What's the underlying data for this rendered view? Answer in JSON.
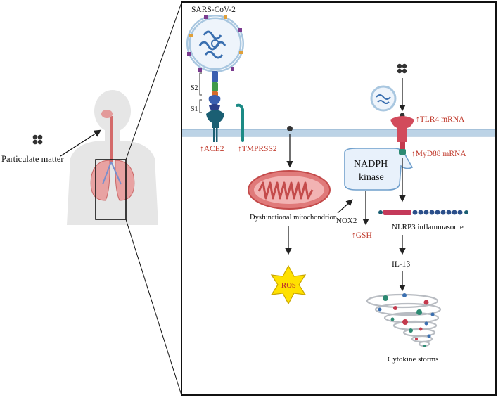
{
  "labels": {
    "virus": "SARS-CoV-2",
    "s2": "S2",
    "s1": "S1",
    "ace2": "↑ACE2",
    "tmprss2": "↑TMPRSS2",
    "particulate": "Particulate matter",
    "mitochondrion": "Dysfunctional mitochondrion",
    "ros": "ROS",
    "nadph_line1": "NADPH",
    "nadph_line2": "kinase",
    "nox2": "NOX2",
    "gsh": "↑GSH",
    "tlr4": "↑TLR4 mRNA",
    "myd88": "↑MyD88 mRNA",
    "nlrp3": "NLRP3 inflammasome",
    "il1b": "IL-1β",
    "cytokine": "Cytokine storms"
  },
  "colors": {
    "red_text": "#c0392b",
    "membrane": "#bcd3e6",
    "mito": "#e07a7a",
    "mito_dark": "#c44b4b",
    "ros": "#ffe100",
    "ros_stroke": "#c9a600",
    "nadph_fill": "#e8f1fb",
    "nadph_stroke": "#6f9fcc",
    "receptor": "#1b5f73",
    "tlr4": "#d24b5c",
    "virus": "#3a6fb0"
  }
}
